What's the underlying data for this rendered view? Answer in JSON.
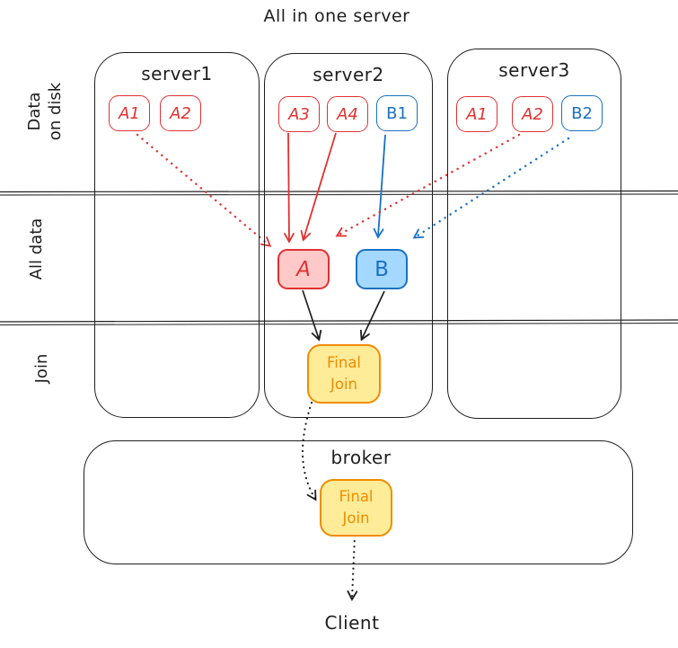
{
  "title": "All in one server",
  "row_labels": {
    "disk_line1": "Data",
    "disk_line2": "on disk",
    "all_data": "All data",
    "join": "Join"
  },
  "servers": [
    {
      "name": "server1",
      "chips": [
        {
          "label": "A1",
          "color": "red"
        },
        {
          "label": "A2",
          "color": "red"
        }
      ]
    },
    {
      "name": "server2",
      "chips": [
        {
          "label": "A3",
          "color": "red"
        },
        {
          "label": "A4",
          "color": "red"
        },
        {
          "label": "B1",
          "color": "blue"
        }
      ]
    },
    {
      "name": "server3",
      "chips": [
        {
          "label": "A1",
          "color": "red"
        },
        {
          "label": "A2",
          "color": "red"
        },
        {
          "label": "B2",
          "color": "blue"
        }
      ]
    }
  ],
  "nodes": {
    "a": "A",
    "b": "B",
    "final_join_top": {
      "line1": "Final",
      "line2": "Join"
    },
    "final_join_broker": {
      "line1": "Final",
      "line2": "Join"
    }
  },
  "broker": {
    "label": "broker"
  },
  "client_label": "Client",
  "colors": {
    "ink": "#1e1e1e",
    "red": "#e03131",
    "red_bg": "#ffc9c9",
    "blue": "#1971c2",
    "blue_bg": "#a5d8ff",
    "orange": "#f08c00",
    "orange_bg": "#ffec99"
  }
}
